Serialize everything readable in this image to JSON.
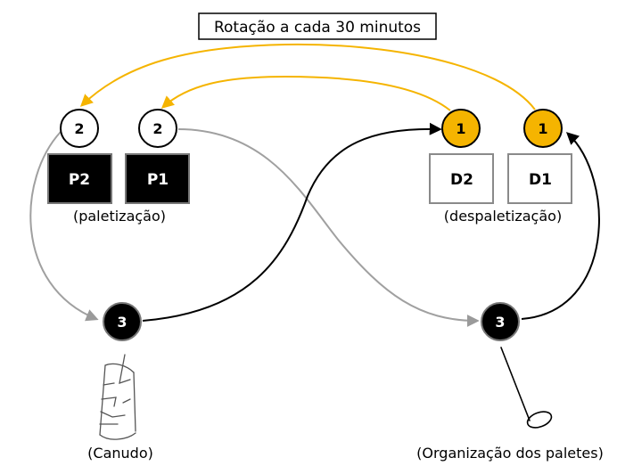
{
  "title": "Rotação a cada 30 minutos",
  "groups": {
    "palletizing": "(paletização)",
    "depalletizing": "(despaletização)"
  },
  "stations": {
    "p2": "P2",
    "p1": "P1",
    "d2": "D2",
    "d1": "D1"
  },
  "markers": {
    "p2": "2",
    "p1": "2",
    "d2": "1",
    "d1": "1",
    "canudo": "3",
    "organizacao": "3"
  },
  "bottom": {
    "canudo": "(Canudo)",
    "organizacao": "(Organização dos paletes)"
  },
  "colors": {
    "accent": "#F5B400",
    "black": "#000000",
    "gray": "#A0A0A0"
  }
}
